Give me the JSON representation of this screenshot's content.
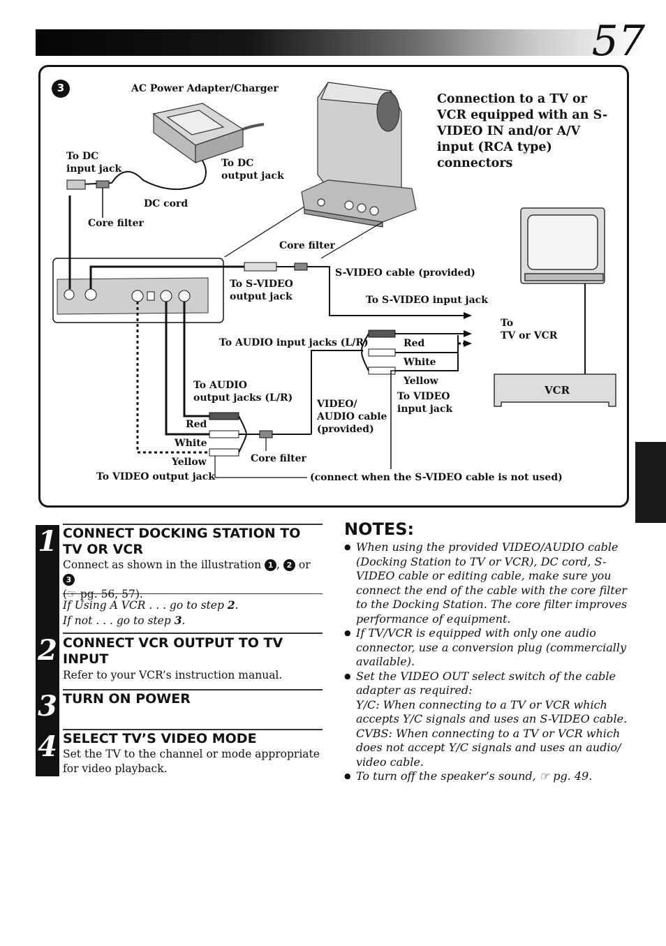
{
  "page": {
    "number": "57"
  },
  "diagram": {
    "step_badge": "3",
    "title": "Connection to a TV or VCR equipped with an S-VIDEO IN and/or A/V input (RCA type) connectors",
    "labels": {
      "ac_adapter": "AC Power Adapter/Charger",
      "to_dc_input": "To DC\ninput jack",
      "to_dc_output": "To DC\noutput jack",
      "dc_cord": "DC cord",
      "core_filter_1": "Core filter",
      "core_filter_2": "Core filter",
      "core_filter_3": "Core filter",
      "svideo_cable": "S-VIDEO cable (provided)",
      "to_svideo_output": "To S-VIDEO\noutput jack",
      "to_svideo_input": "To S-VIDEO input jack",
      "to_tv_or_vcr": "To\nTV or VCR",
      "to_audio_input": "To AUDIO input jacks (L/R)",
      "red_right": "Red",
      "white_right": "White",
      "yellow_right": "Yellow",
      "to_audio_output": "To AUDIO\noutput jacks (L/R)",
      "video_audio_cable": "VIDEO/\nAUDIO cable\n(provided)",
      "to_video_input": "To VIDEO\ninput jack",
      "vcr": "VCR",
      "red_left": "Red",
      "white_left": "White",
      "yellow_left": "Yellow",
      "to_video_output": "To VIDEO output jack",
      "connect_note": "(connect when the S-VIDEO cable is not used)"
    }
  },
  "steps": [
    {
      "number": "1",
      "heading": "Connect Docking Station to TV or VCR",
      "body_prefix": "Connect as shown in the illustration",
      "body_refs": [
        "1",
        "2",
        "3"
      ],
      "body_sep": ",",
      "body_or": "or",
      "body_suffix": "(☞ pg. 56, 57).",
      "if_vcr": "If Using A VCR . . . go to step",
      "if_vcr_step": "2",
      "if_not": "If not . . . go to step",
      "if_not_step": "3"
    },
    {
      "number": "2",
      "heading": "Connect VCR output to TV input",
      "body": "Refer to your VCR’s instruction manual."
    },
    {
      "number": "3",
      "heading": "Turn On Power"
    },
    {
      "number": "4",
      "heading": "Select TV’s video mode",
      "body": "Set the TV to the channel or mode appropriate for video playback."
    }
  ],
  "notes": {
    "title": "NOTES:",
    "items": [
      "When using the provided VIDEO/AUDIO cable (Docking Station to TV  or VCR), DC cord, S-VIDEO cable or editing cable, make sure you connect the end of the cable with the core filter to the Docking Station. The core filter improves performance of equipment.",
      "If TV/VCR is equipped with only one audio connector, use a conversion plug (commercially available).",
      "Set the VIDEO OUT select switch of the cable adapter as required:\nY/C: When connecting to a TV or VCR which accepts Y/C signals and uses an S-VIDEO cable.\nCVBS: When connecting to a TV or VCR which does not accept Y/C signals and uses an audio/ video cable.",
      "To turn off the speaker’s sound, ☞ pg. 49."
    ]
  }
}
